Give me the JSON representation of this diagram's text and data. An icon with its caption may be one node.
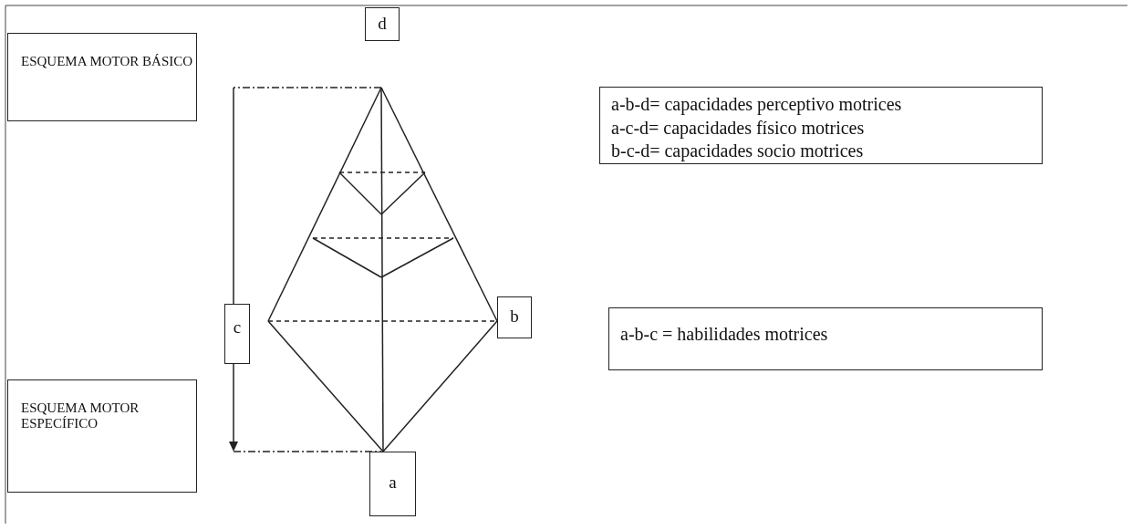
{
  "diagram": {
    "nodes": [
      {
        "text": [
          "ESQUEMA MOTOR BÁSICO"
        ]
      },
      {
        "text": [
          "d"
        ]
      },
      {
        "text": [
          "a-b-d= capacidades perceptivo motrices",
          "a-c-d= capacidades físico motrices",
          "b-c-d= capacidades socio motrices"
        ]
      },
      {
        "text": [
          "c"
        ]
      },
      {
        "text": [
          "b"
        ]
      },
      {
        "text": [
          "a-b-c = habilidades motrices"
        ]
      },
      {
        "text": [
          "ESQUEMA MOTOR ESPECÍFICO"
        ]
      },
      {
        "text": [
          "a"
        ]
      }
    ]
  }
}
